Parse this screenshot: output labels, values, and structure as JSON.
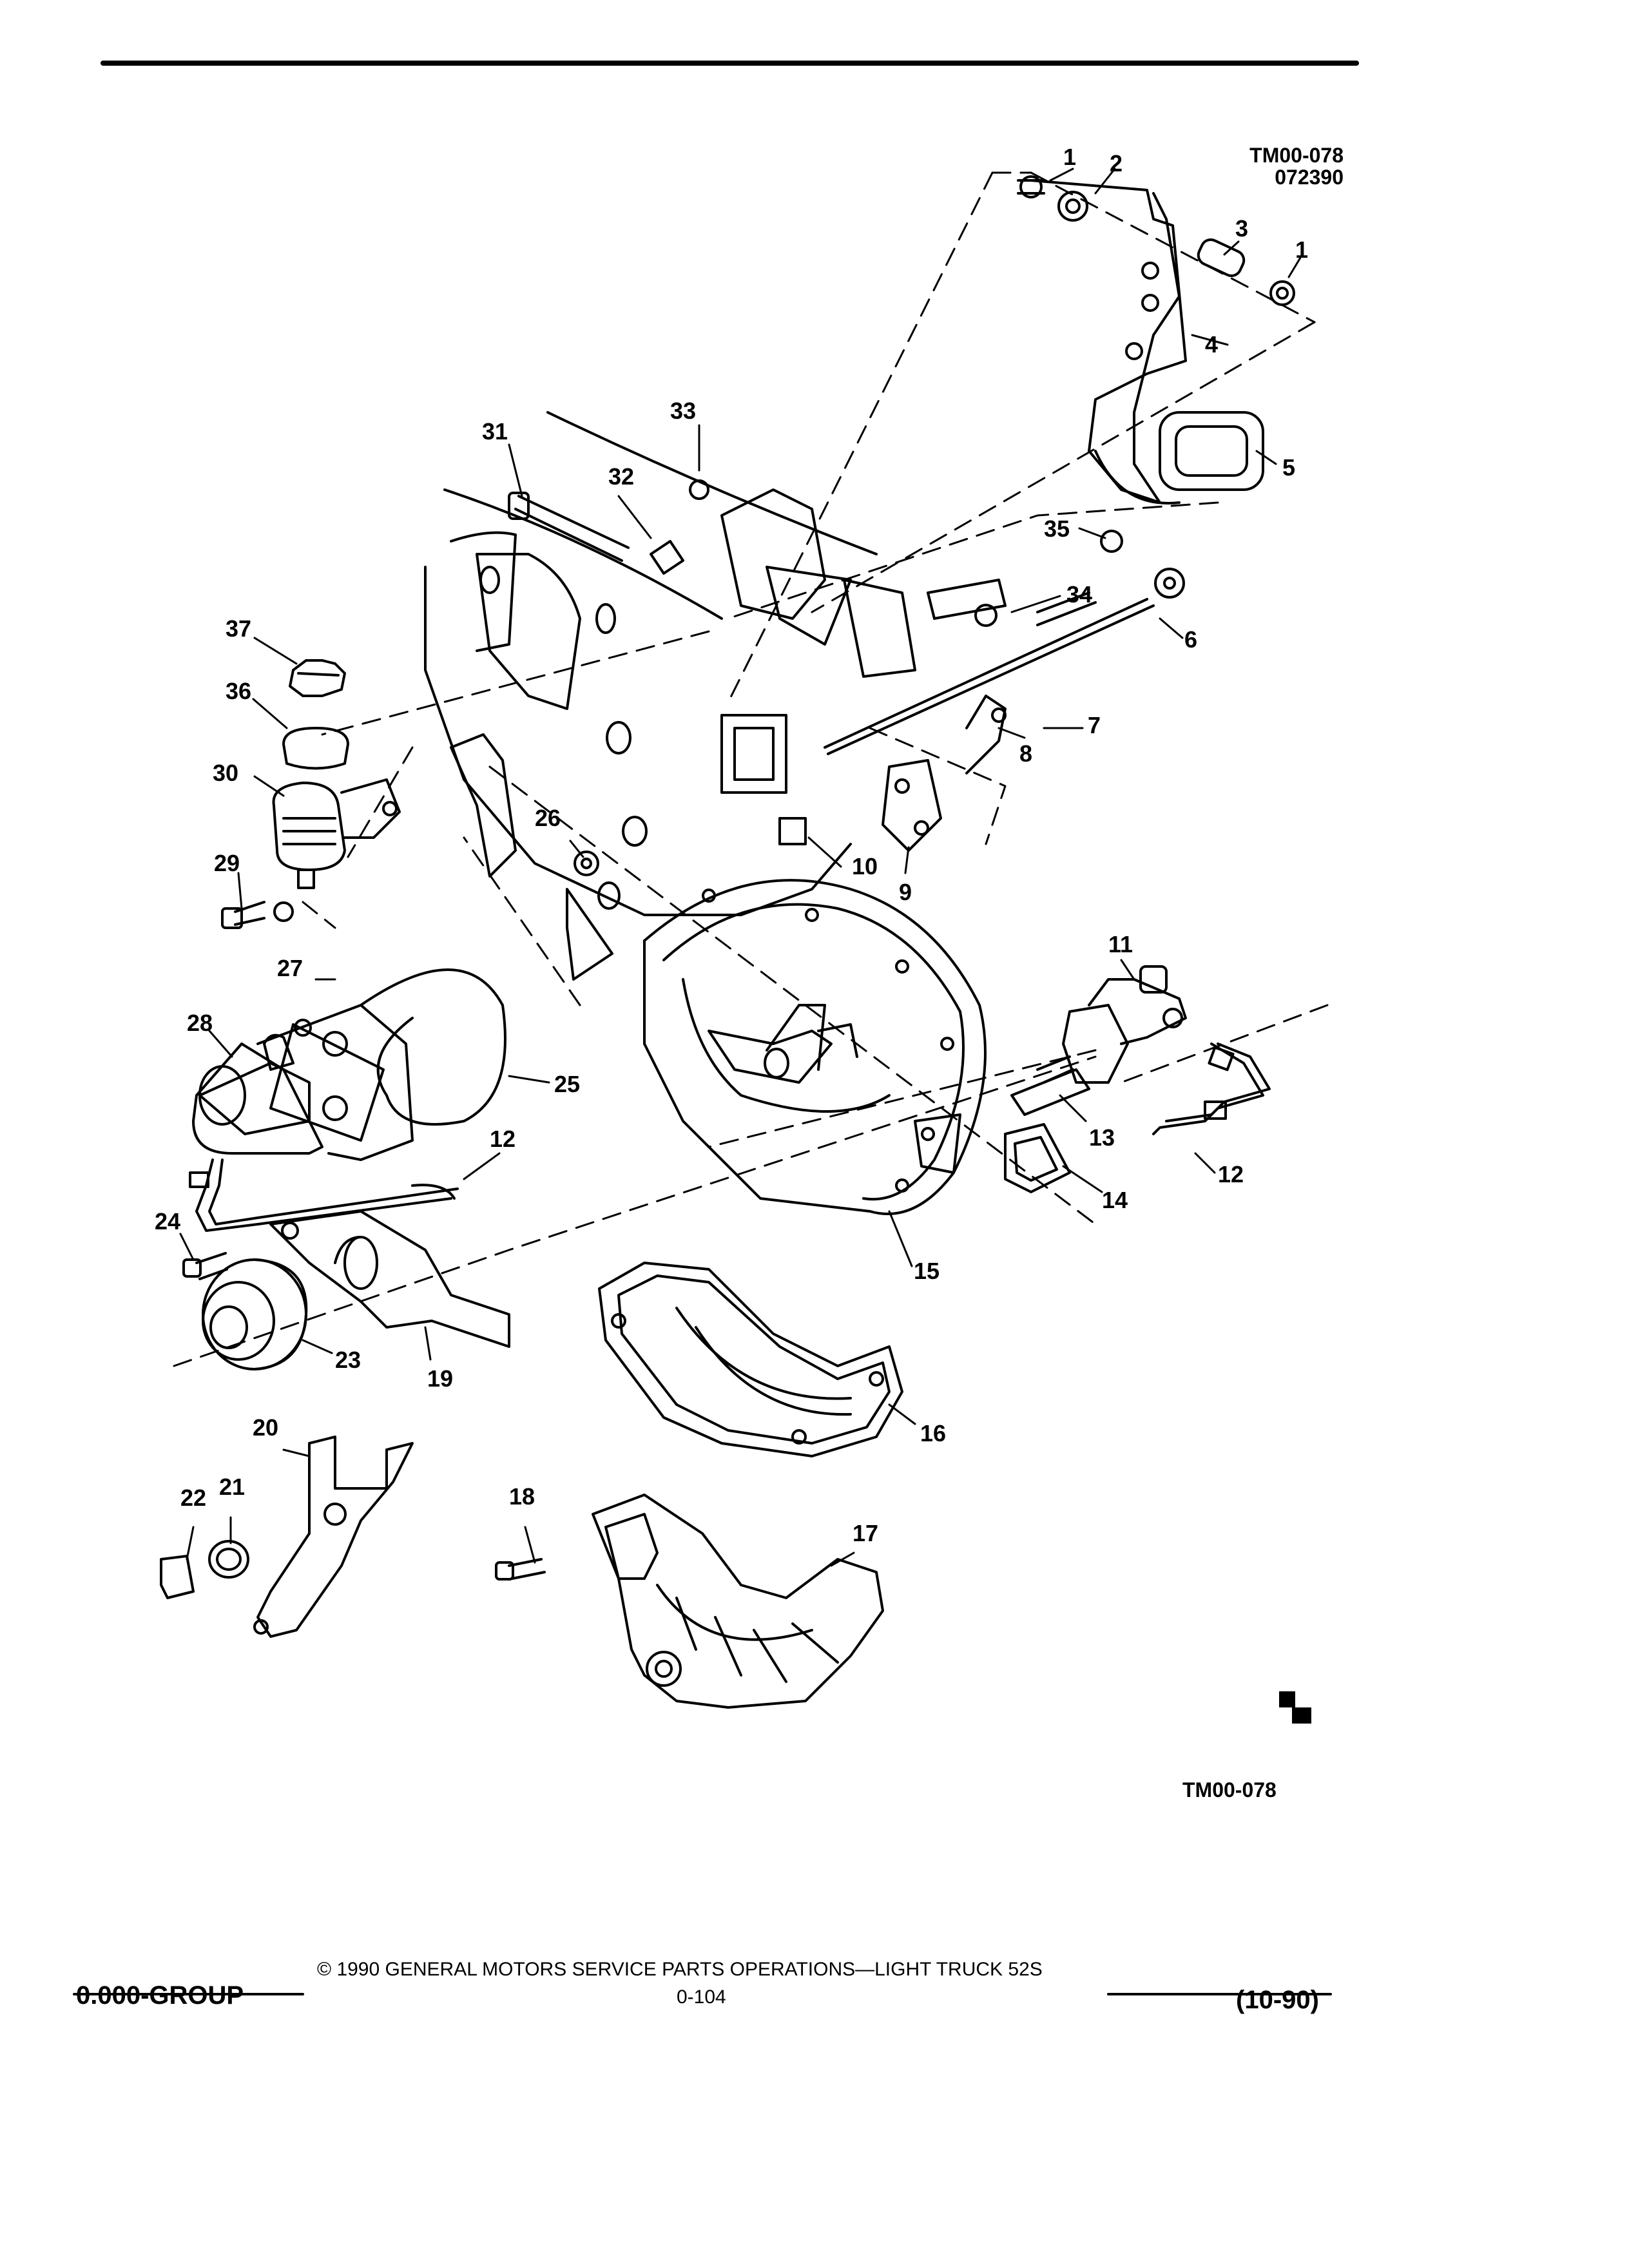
{
  "header": {
    "code": "TM00-078",
    "date": "072390"
  },
  "callouts": {
    "c1a": "1",
    "c2": "2",
    "c3": "3",
    "c1b": "1",
    "c4": "4",
    "c5": "5",
    "c33": "33",
    "c31": "31",
    "c32": "32",
    "c35": "35",
    "c34": "34",
    "c6": "6",
    "c37": "37",
    "c36": "36",
    "c7": "7",
    "c8": "8",
    "c30": "30",
    "c26": "26",
    "c10": "10",
    "c29": "29",
    "c9": "9",
    "c11": "11",
    "c27": "27",
    "c28": "28",
    "c25": "25",
    "c13": "13",
    "c12a": "12",
    "c12b": "12",
    "c14": "14",
    "c24": "24",
    "c15": "15",
    "c23": "23",
    "c19": "19",
    "c16": "16",
    "c20": "20",
    "c21": "21",
    "c22": "22",
    "c18": "18",
    "c17": "17"
  },
  "figure_code_bottom": "TM00-078",
  "footer": {
    "group": "0.000-GROUP",
    "copyright": "© 1990 GENERAL MOTORS SERVICE PARTS OPERATIONS—LIGHT TRUCK 52S",
    "page": "0-104",
    "edition": "(10-90)"
  }
}
